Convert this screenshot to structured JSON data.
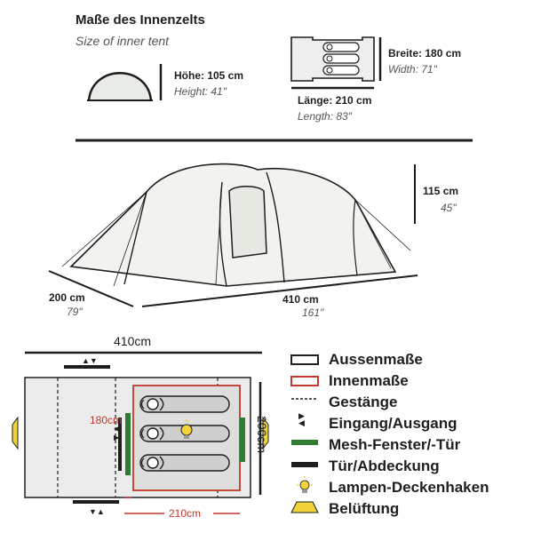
{
  "inner_tent": {
    "title_de": "Maße des Innenzelts",
    "title_en": "Size of inner tent",
    "height_de": "Höhe: 105 cm",
    "height_en": "Height: 41\"",
    "width_de": "Breite: 180 cm",
    "width_en": "Width: 71\"",
    "length_de": "Länge: 210 cm",
    "length_en": "Length: 83\""
  },
  "tent_3d": {
    "height_cm": "115 cm",
    "height_in": "45\"",
    "width_cm": "200 cm",
    "width_in": "79\"",
    "length_cm": "410 cm",
    "length_in": "161\""
  },
  "floorplan": {
    "outer_length": "410cm",
    "outer_width": "200cm",
    "inner_width": "180cm",
    "inner_length": "210cm"
  },
  "legend": [
    {
      "label": "Aussenmaße",
      "icon": "outer-dimension-box-icon"
    },
    {
      "label": "Innenmaße",
      "icon": "inner-dimension-box-icon"
    },
    {
      "label": "Gestänge",
      "icon": "pole-dashed-line-icon"
    },
    {
      "label": "Eingang/Ausgang",
      "icon": "entrance-arrows-icon"
    },
    {
      "label": "Mesh-Fenster/-Tür",
      "icon": "mesh-window-bar-icon"
    },
    {
      "label": "Tür/Abdeckung",
      "icon": "door-cover-bar-icon"
    },
    {
      "label": "Lampen-Deckenhaken",
      "icon": "lamp-bulb-icon"
    },
    {
      "label": "Belüftung",
      "icon": "ventilation-trapezoid-icon"
    }
  ],
  "colors": {
    "ink": "#1e1e1e",
    "inner_red": "#c0392b",
    "mesh_green": "#2e7d32",
    "lamp_yellow": "#f2d43a",
    "vent_yellow": "#f0d33a",
    "tent_fill": "#f2f3ef",
    "sleeping_pad": "#cfcfcf"
  }
}
